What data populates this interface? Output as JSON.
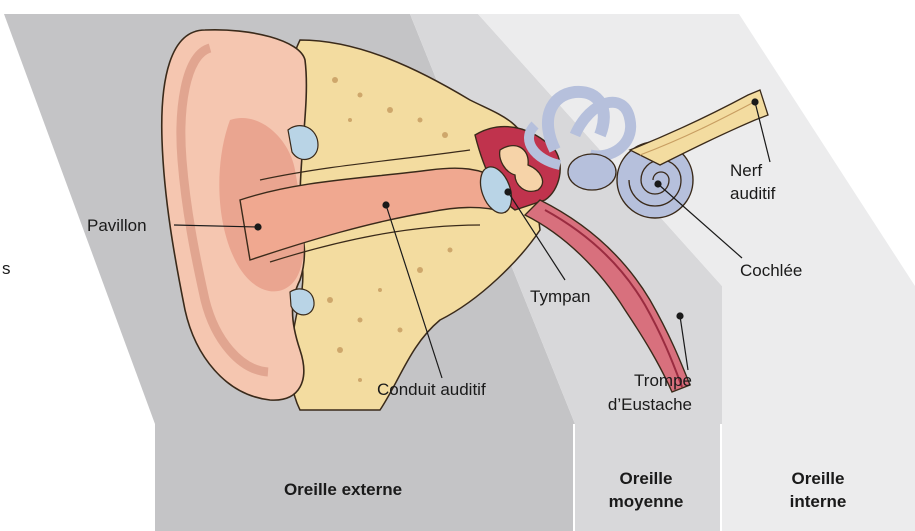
{
  "labels": {
    "pavillon": "Pavillon",
    "conduit": "Conduit auditif",
    "tympan": "Tympan",
    "trompe_1": "Trompe",
    "trompe_2": "d’Eustache",
    "nerf_1": "Nerf",
    "nerf_2": "auditif",
    "cochlee": "Cochlée",
    "edge_fragment": "s"
  },
  "sections": {
    "externe": "Oreille externe",
    "moyenne_1": "Oreille",
    "moyenne_2": "moyenne",
    "interne_1": "Oreille",
    "interne_2": "interne"
  },
  "colors": {
    "panel_externe": "#c4c4c6",
    "panel_moyenne": "#d8d8da",
    "panel_interne": "#ececed",
    "skin": "#f5c6b0",
    "skin_dark": "#e59a86",
    "bone": "#f3dca0",
    "canal": "#f0a890",
    "middle_ear": "#c0334d",
    "cochlea": "#b6c0dc"
  }
}
